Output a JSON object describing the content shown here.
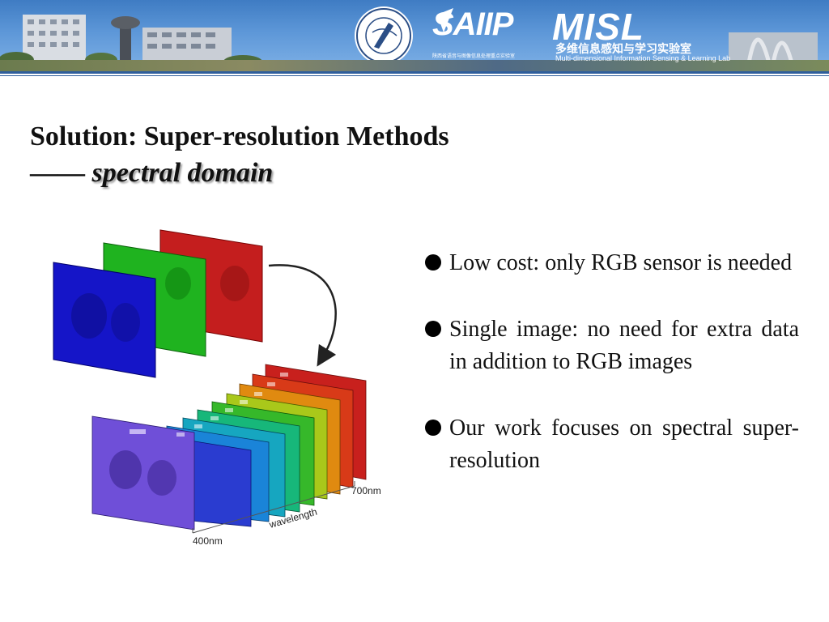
{
  "header": {
    "saiip": {
      "name": "SAIIP",
      "subtitle": "陕西省语音与图像信息处理重点实验室"
    },
    "misl": {
      "name": "MISL",
      "name_cn": "多维信息感知与学习实验室",
      "name_en": "Multi-dimensional Information Sensing & Learning Lab"
    }
  },
  "slide": {
    "title": "Solution: Super-resolution Methods",
    "subtitle_dash": "——",
    "subtitle": "spectral domain"
  },
  "figure": {
    "axis_start": "400nm",
    "axis_end": "700nm",
    "axis_label": "wavelength"
  },
  "bullets": [
    "Low cost: only RGB sensor is needed",
    "Single image: no need for extra data in addition to RGB images",
    "Our work focuses on spectral super-resolution"
  ],
  "colors": {
    "banner_blue": "#3f7cc3",
    "rule_blue": "#2f5e9c",
    "text": "#111111"
  }
}
